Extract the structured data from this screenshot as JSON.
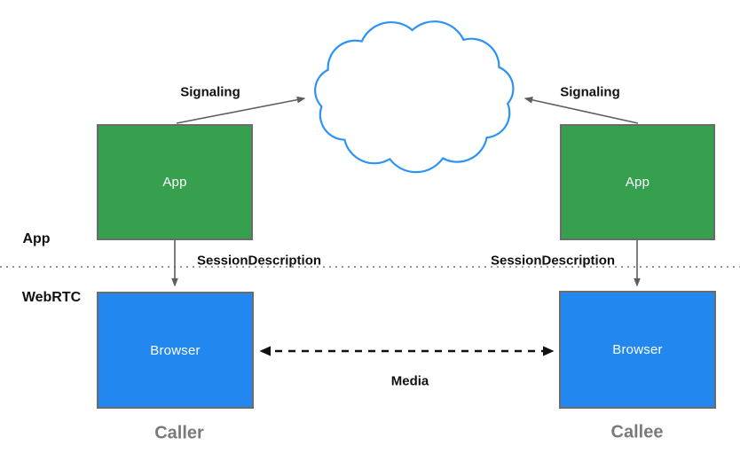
{
  "diagram": {
    "nodes": {
      "caller_app": "App",
      "callee_app": "App",
      "caller_browser": "Browser",
      "callee_browser": "Browser"
    },
    "edges": {
      "signaling_left": "Signaling",
      "signaling_right": "Signaling",
      "session_description_left": "SessionDescription",
      "session_description_right": "SessionDescription",
      "media": "Media"
    },
    "layers": {
      "app": "App",
      "webrtc": "WebRTC"
    },
    "captions": {
      "caller": "Caller",
      "callee": "Callee"
    }
  },
  "colors": {
    "background": "#ffffff",
    "app_fill": "#36a04f",
    "browser_fill": "#2288f0",
    "node_border": "#6b6b6b",
    "node_text": "#ffffff",
    "cloud_stroke": "#2b93f6",
    "cloud_fill": "#ffffff",
    "arrow": "#5e5e5e",
    "media_arrow": "#111111",
    "divider": "#999999",
    "label": "#111111",
    "caption": "#7a7a7a"
  }
}
